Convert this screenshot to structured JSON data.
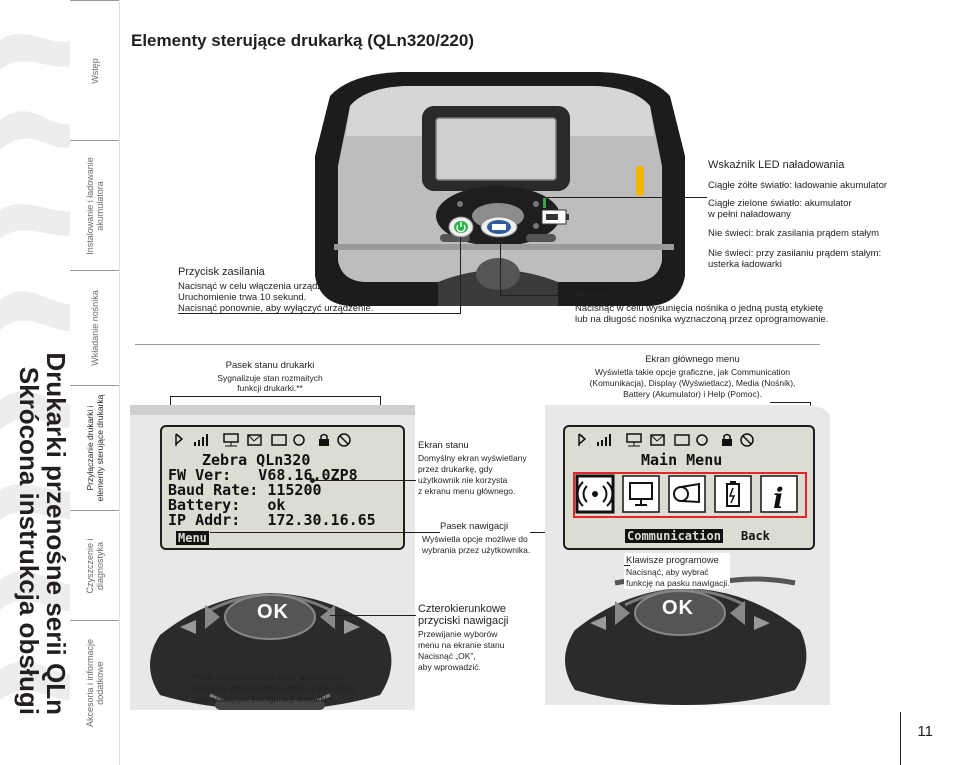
{
  "sidebar": {
    "title_line1": "Drukarki przenośne serii QLn",
    "title_line2": "Skrócona instrukcja obsługi",
    "tabs": [
      "Wstęp",
      "Instalowanie i ładowanie akumulatora",
      "Wkładanie nośnika",
      "Przyłączanie drukarki i elementy sterujące drukarką",
      "Czyszczenie i diagnostyka",
      "Akcesoria i informacje dodatkowe"
    ]
  },
  "page": {
    "title": "Elementy sterujące drukarką (QLn320/220)",
    "number": "11"
  },
  "callouts": {
    "power": {
      "title": "Przycisk zasilania",
      "lines": [
        "Nacisnąć w celu włączenia urządzenia.",
        "Uruchomienie trwa 10 sekund.",
        "Nacisnąć ponownie, aby wyłączyć urządzenie."
      ]
    },
    "led": {
      "title": "Wskaźnik LED naładowania",
      "lines": [
        "Ciągłe żółte światło: ładowanie akumulator",
        "Ciągłe zielone światło: akumulator",
        "w pełni naładowany",
        "Nie świeci: brak zasilania prądem stałym",
        "Nie świeci: przy zasilaniu prądem stałym:",
        "usterka ładowarki"
      ]
    },
    "feed": {
      "title": "Przycisk wysuwania",
      "lines": [
        "Nacisnąć w celu wysunięcia nośnika o jedną pustą etykietę",
        "lub na długość nośnika wyznaczoną przez oprogramowanie."
      ]
    },
    "status_bar": {
      "title": "Pasek stanu drukarki",
      "lines": [
        "Sygnalizuje stan rozmaitych",
        "funkcji drukarki.**"
      ]
    },
    "main_menu": {
      "title": "Ekran głównego menu",
      "lines": [
        "Wyświetla takie opcje graficzne, jak Communication",
        "(Komunikacja), Display (Wyświetlacz), Media (Nośnik),",
        "Battery (Akumulator) i Help (Pomoc)."
      ]
    },
    "status_screen": {
      "title": "Ekran stanu",
      "lines": [
        "Domyślny ekran wyświetlany",
        "przez drukarkę, gdy",
        "użytkownik nie korzysta",
        "z ekranu menu głównego."
      ]
    },
    "nav_bar": {
      "title": "Pasek nawigacji",
      "lines": [
        "Wyświetla opcje możliwe do",
        "wybrania przez użytkownika."
      ]
    },
    "soft_keys": {
      "title": "Klawisze programowe",
      "lines": [
        "Nacisnąć, aby wybrać",
        "funkcję na pasku nawigacji."
      ]
    },
    "nav_buttons": {
      "title_lines": [
        "Czterokierunkowe",
        "przyciski nawigacji"
      ],
      "lines": [
        "Przewijanie wyborów",
        "menu na ekranie stanu",
        "Nacisnąć „OK”,",
        "aby wprowadzić."
      ]
    },
    "footnote": {
      "lines": [
        "** Nie wszystkie ikony będą wyświetlone",
        "na pasku stanu w danej chwili, a tylko ikony",
        "odpowiadające konfiguracji drukarki."
      ]
    }
  },
  "status_screen_lcd": {
    "line1": "Zebra QLn320",
    "line2": "FW Ver:   V68.16.0ZP8",
    "line3": "Baud Rate: 115200",
    "line4": "Battery:   ok",
    "line5": "IP Addr:   172.30.16.65",
    "softkey_left": "Menu"
  },
  "main_menu_lcd": {
    "title": "Main Menu",
    "softkey_left": "Communication",
    "softkey_right": "Back"
  },
  "keypad": {
    "ok_label": "OK"
  },
  "colors": {
    "highlight_red": "#e8242b",
    "power_green": "#2bb34b",
    "led_yellow": "#f4b400",
    "led_green": "#2fa84f"
  }
}
